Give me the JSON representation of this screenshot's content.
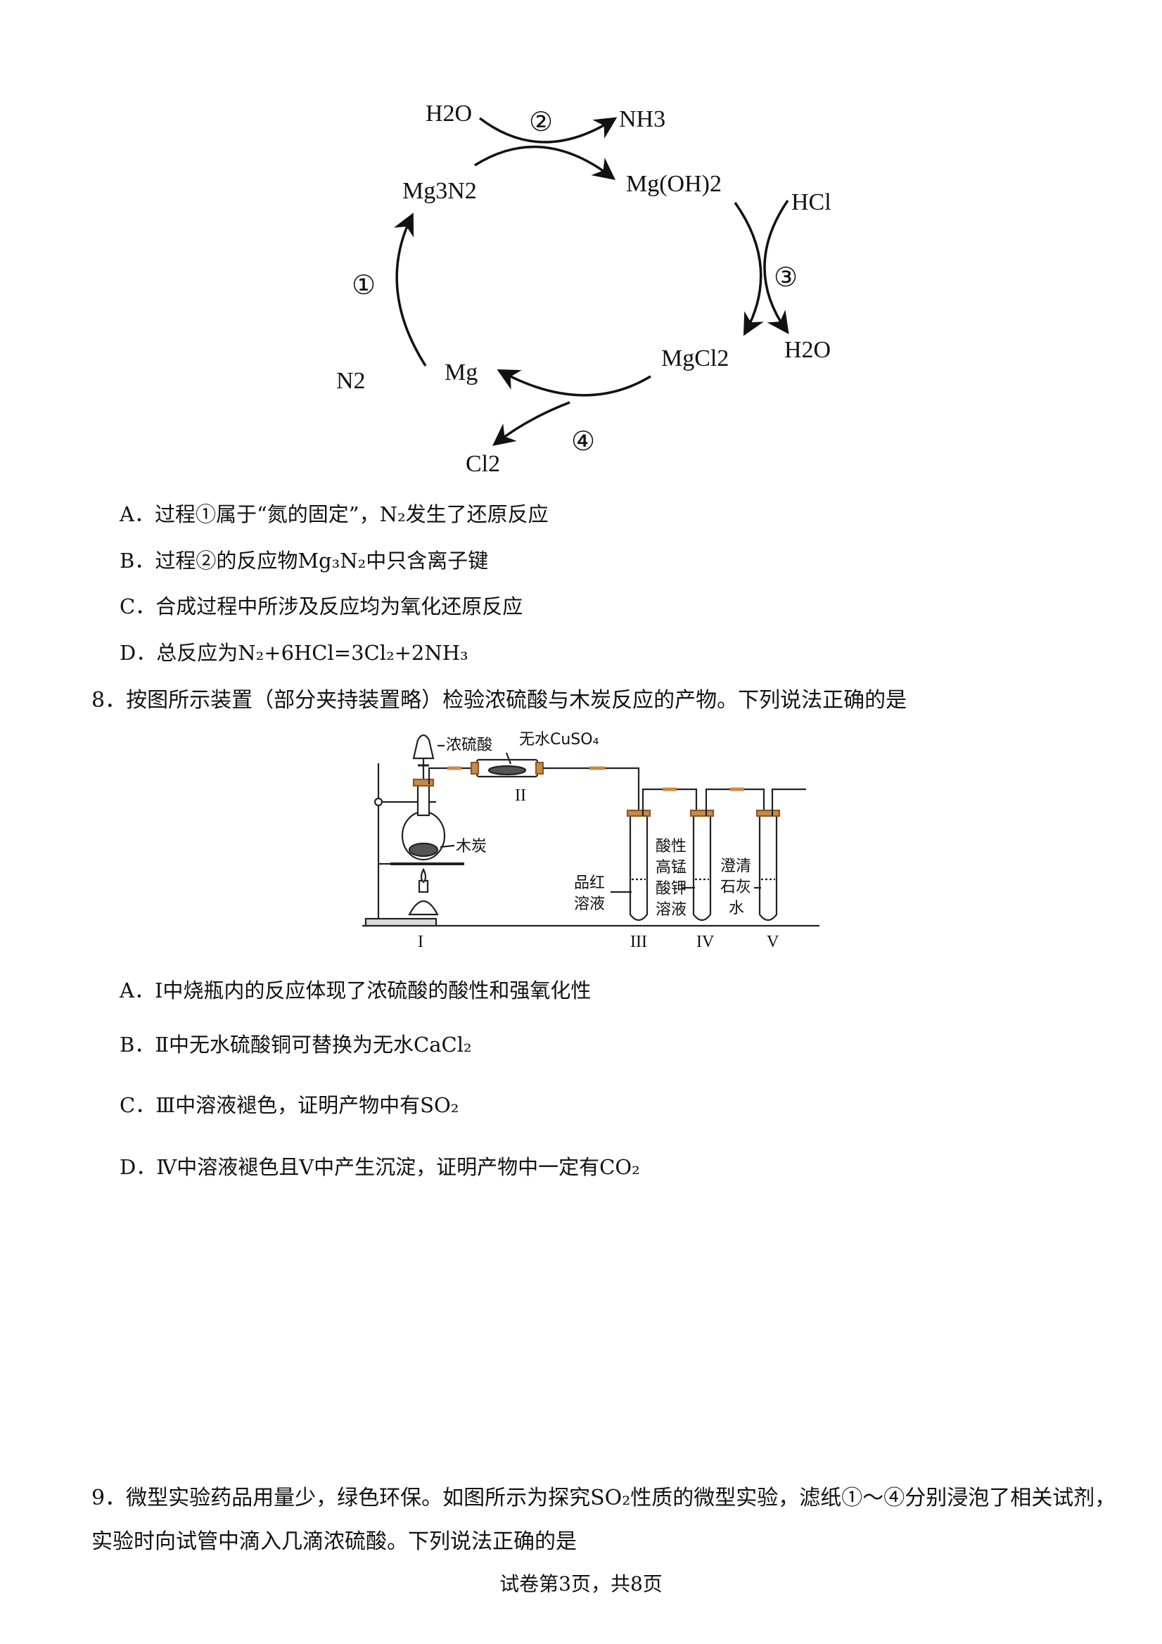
{
  "cycle_diagram": {
    "nodes": {
      "h2o_in": "H2O",
      "nh3": "NH3",
      "mg3n2": "Mg3N2",
      "mgoh2": "Mg(OH)2",
      "hcl": "HCl",
      "h2o_out": "H2O",
      "mgcl2": "MgCl2",
      "mg": "Mg",
      "n2": "N2",
      "cl2": "Cl2"
    },
    "steps": [
      "①",
      "②",
      "③",
      "④"
    ]
  },
  "q7_options": [
    {
      "letter": "A．",
      "text": "过程①属于“氮的固定”，N₂发生了还原反应"
    },
    {
      "letter": "B．",
      "text": "过程②的反应物Mg₃N₂中只含离子键"
    },
    {
      "letter": "C．",
      "text": "合成过程中所涉及反应均为氧化还原反应"
    },
    {
      "letter": "D．",
      "text": "总反应为N₂+6HCl=3Cl₂+2NH₃"
    }
  ],
  "q8": {
    "number": "8．",
    "stem": "按图所示装置（部分夹持装置略）检验浓硫酸与木炭反应的产物。下列说法正确的是",
    "apparatus": {
      "acid_label": "浓硫酸",
      "cuso4_label": "无水CuSO₄",
      "charcoal_label": "木炭",
      "pinhong_1": "品红",
      "pinhong_2": "溶液",
      "kmno4_1": "酸性",
      "kmno4_2": "高锰",
      "kmno4_3": "酸钾",
      "kmno4_4": "溶液",
      "lime_1": "澄清",
      "lime_2": "石灰",
      "lime_3": "水",
      "roman_1": "I",
      "roman_2": "II",
      "roman_3": "III",
      "roman_4": "IV",
      "roman_5": "V"
    },
    "options": [
      {
        "letter": "A．",
        "text": "Ⅰ中烧瓶内的反应体现了浓硫酸的酸性和强氧化性"
      },
      {
        "letter": "B．",
        "text": "Ⅱ中无水硫酸铜可替换为无水CaCl₂"
      },
      {
        "letter": "C．",
        "text": "Ⅲ中溶液褪色，证明产物中有SO₂"
      },
      {
        "letter": "D．",
        "text": "Ⅳ中溶液褪色且Ⅴ中产生沉淀，证明产物中一定有CO₂"
      }
    ]
  },
  "q9": {
    "number": "9．",
    "line1": "微型实验药品用量少，绿色环保。如图所示为探究SO₂性质的微型实验，滤纸①～④分别浸泡了相关试剂，",
    "line2": "实验时向试管中滴入几滴浓硫酸。下列说法正确的是"
  },
  "footer": "试卷第3页，共8页"
}
